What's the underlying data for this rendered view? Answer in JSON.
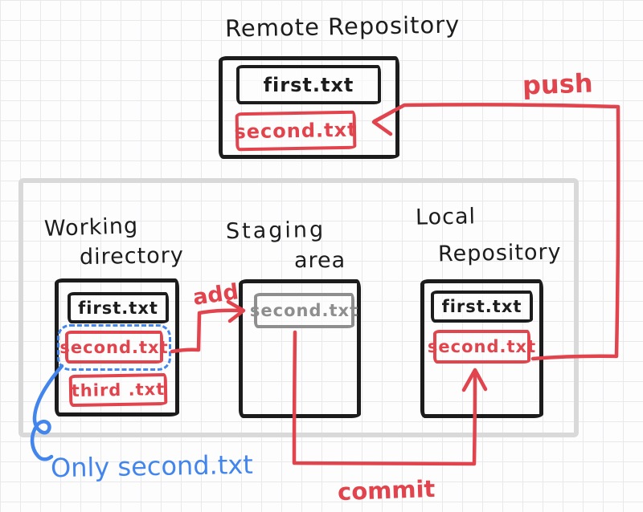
{
  "remote_repository": {
    "title": "Remote Repository",
    "files": [
      "first.txt",
      "second.txt"
    ]
  },
  "working_directory": {
    "title_line1": "Working",
    "title_line2": "directory",
    "files": [
      "first.txt",
      "second.txt",
      "third .txt"
    ]
  },
  "staging_area": {
    "title_line1": "Staging",
    "title_line2": "area",
    "files": [
      "second.txt"
    ]
  },
  "local_repository": {
    "title_line1": "Local",
    "title_line2": "Repository",
    "files": [
      "first.txt",
      "second.txt"
    ]
  },
  "labels": {
    "add": "add",
    "commit": "commit",
    "push": "push"
  },
  "note": {
    "text": "Only second.txt"
  },
  "colors": {
    "ink_black": "#1c1c1c",
    "accent_red": "#e2444d",
    "accent_blue": "#4285ec",
    "muted_gray": "#8e8e8e",
    "container_gray": "#d9d9d9"
  }
}
